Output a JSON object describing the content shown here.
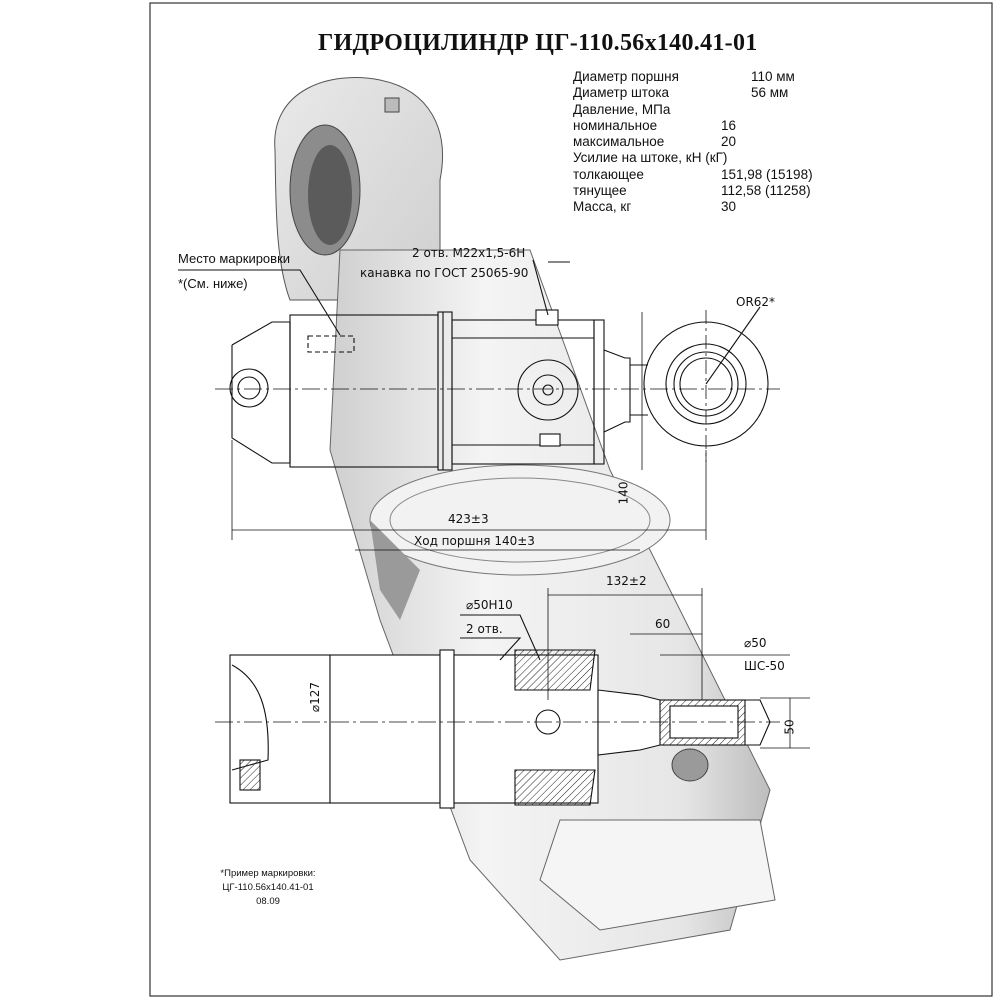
{
  "title": "ГИДРОЦИЛИНДР ЦГ-110.56х140.41-01",
  "specs": [
    {
      "label": "Диаметр поршня",
      "value": "110 мм",
      "col": "v1"
    },
    {
      "label": "Диаметр штока",
      "value": "56 мм",
      "col": "v1"
    },
    {
      "label": "Давление, МПа",
      "value": "",
      "col": "v1"
    },
    {
      "label": "номинальное",
      "value": "16",
      "col": "v2"
    },
    {
      "label": "максимальное",
      "value": "20",
      "col": "v2"
    },
    {
      "label": "Усилие на штоке, кН (кГ)",
      "value": "",
      "col": "v1"
    },
    {
      "label": "толкающее",
      "value": "151,98 (15198)",
      "col": "v2"
    },
    {
      "label": "тянущее",
      "value": "112,58 (11258)",
      "col": "v2"
    },
    {
      "label": "Масса, кг",
      "value": "30",
      "col": "v2"
    }
  ],
  "annotations": {
    "marking_place": "Место маркировки",
    "see_below": "*(См. ниже)",
    "holes_top": "2 отв. M22х1,5-6Н",
    "groove": "канавка по ГОСТ 25065-90",
    "radius": "OR62*",
    "height": "140",
    "length": "423±3",
    "stroke": "Ход поршня 140±3",
    "dim_132": "132±2",
    "bore": "⌀50H10",
    "holes_bottom": "2 отв.",
    "dim_60": "60",
    "dia_50": "⌀50",
    "bearing": "ШС-50",
    "dia_127": "⌀127",
    "dim_50": "50"
  },
  "marking_example": {
    "header": "*Пример маркировки:",
    "code": "ЦГ-110.56х140.41-01",
    "date": "08.09"
  }
}
